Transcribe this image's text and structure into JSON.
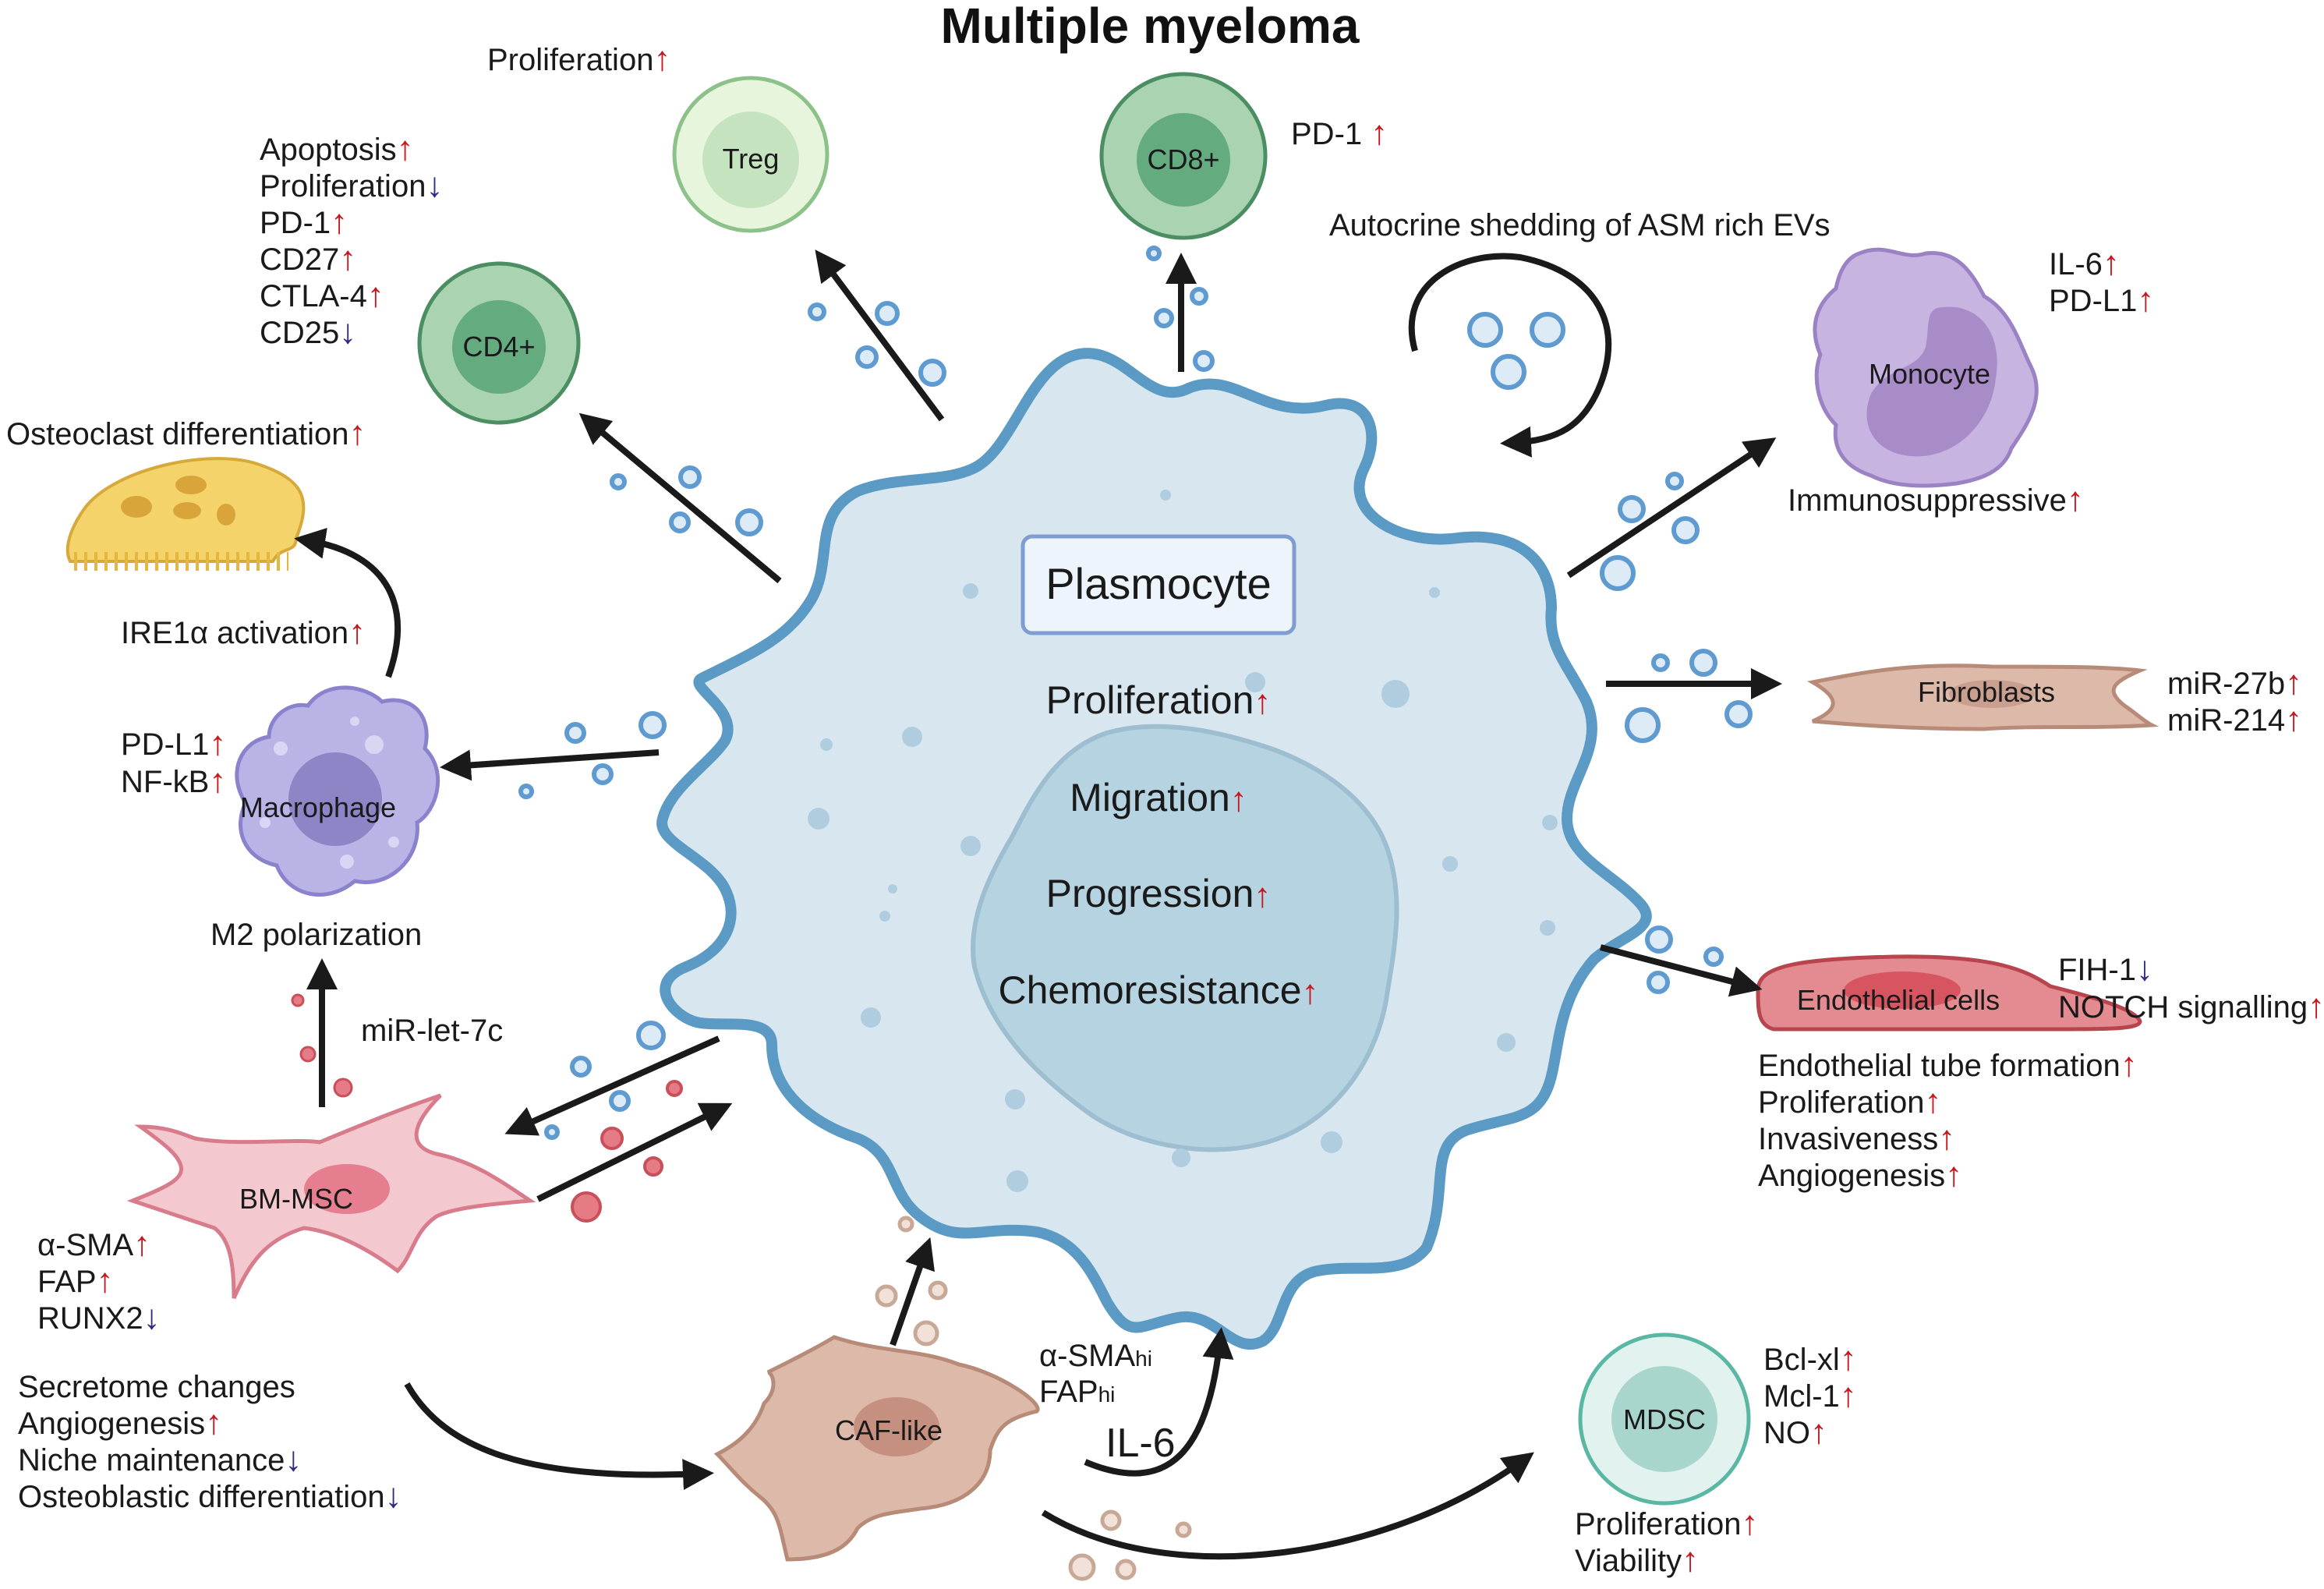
{
  "title": "Multiple myeloma",
  "center": {
    "box_label": "Plasmocyte",
    "effects": [
      {
        "text": "Proliferation",
        "dir": "up"
      },
      {
        "text": "Migration",
        "dir": "up"
      },
      {
        "text": "Progression",
        "dir": "up"
      },
      {
        "text": "Chemoresistance",
        "dir": "up"
      }
    ]
  },
  "autocrine_label": "Autocrine shedding of ASM rich EVs",
  "treg": {
    "label": "Treg",
    "effects": [
      {
        "text": "Proliferation",
        "dir": "up"
      }
    ]
  },
  "cd8": {
    "label": "CD8+",
    "effects": [
      {
        "text": "PD-1 ",
        "dir": "up"
      }
    ]
  },
  "cd4": {
    "label": "CD4+",
    "effects": [
      {
        "text": "Apoptosis",
        "dir": "up"
      },
      {
        "text": "Proliferation",
        "dir": "down"
      },
      {
        "text": "PD-1",
        "dir": "up"
      },
      {
        "text": "CD27",
        "dir": "up"
      },
      {
        "text": "CTLA-4",
        "dir": "up"
      },
      {
        "text": "CD25",
        "dir": "down"
      }
    ]
  },
  "osteoclast": {
    "effects": [
      {
        "text": "Osteoclast differentiation",
        "dir": "up"
      }
    ]
  },
  "ire1": {
    "text": "IRE1α activation",
    "dir": "up"
  },
  "macrophage": {
    "label": "Macrophage",
    "effects": [
      {
        "text": "PD-L1",
        "dir": "up"
      },
      {
        "text": "NF-kB",
        "dir": "up"
      }
    ]
  },
  "m2_label": "M2 polarization",
  "mirlet_label": "miR-let-7c",
  "bmmsc": {
    "label": "BM-MSC",
    "markers": [
      {
        "text": "α-SMA",
        "dir": "up"
      },
      {
        "text": "FAP",
        "dir": "up"
      },
      {
        "text": "RUNX2",
        "dir": "down"
      }
    ],
    "effects": [
      {
        "text": "Secretome changes",
        "dir": "none"
      },
      {
        "text": "Angiogenesis",
        "dir": "up"
      },
      {
        "text": "Niche maintenance",
        "dir": "down"
      },
      {
        "text": "Osteoblastic differentiation",
        "dir": "down"
      }
    ]
  },
  "caf": {
    "label": "CAF-like",
    "markers": [
      {
        "text": "α-SMA",
        "sub": "hi"
      },
      {
        "text": "FAP",
        "sub": "hi"
      }
    ],
    "il6": "IL-6"
  },
  "monocyte": {
    "label": "Monocyte",
    "effects": [
      {
        "text": "IL-6",
        "dir": "up"
      },
      {
        "text": "PD-L1",
        "dir": "up"
      }
    ],
    "bottom": {
      "text": "Immunosuppressive",
      "dir": "up"
    }
  },
  "fibroblasts": {
    "label": "Fibroblasts",
    "effects": [
      {
        "text": "miR-27b",
        "dir": "up"
      },
      {
        "text": "miR-214",
        "dir": "up"
      }
    ]
  },
  "endothelial": {
    "label": "Endothelial cells",
    "effects": [
      {
        "text": "FIH-1",
        "dir": "down"
      },
      {
        "text": "NOTCH signalling",
        "dir": "up"
      }
    ],
    "bottom": [
      {
        "text": "Endothelial tube formation",
        "dir": "up"
      },
      {
        "text": "Proliferation",
        "dir": "up"
      },
      {
        "text": "Invasiveness",
        "dir": "up"
      },
      {
        "text": "Angiogenesis",
        "dir": "up"
      }
    ]
  },
  "mdsc": {
    "label": "MDSC",
    "effects": [
      {
        "text": "Bcl-xl",
        "dir": "up"
      },
      {
        "text": "Mcl-1",
        "dir": "up"
      },
      {
        "text": "NO",
        "dir": "up"
      }
    ],
    "bottom": [
      {
        "text": "Proliferation",
        "dir": "up"
      },
      {
        "text": "Viability",
        "dir": "up"
      }
    ]
  },
  "colors": {
    "plasmocyte_fill": "#d8e6ef",
    "plasmocyte_stroke": "#5b9ac4",
    "nucleus_fill": "#b6d3e2",
    "up_arrow": "#c8161d",
    "down_arrow": "#2e2a85",
    "ev_stroke": "#5f9bd0"
  }
}
